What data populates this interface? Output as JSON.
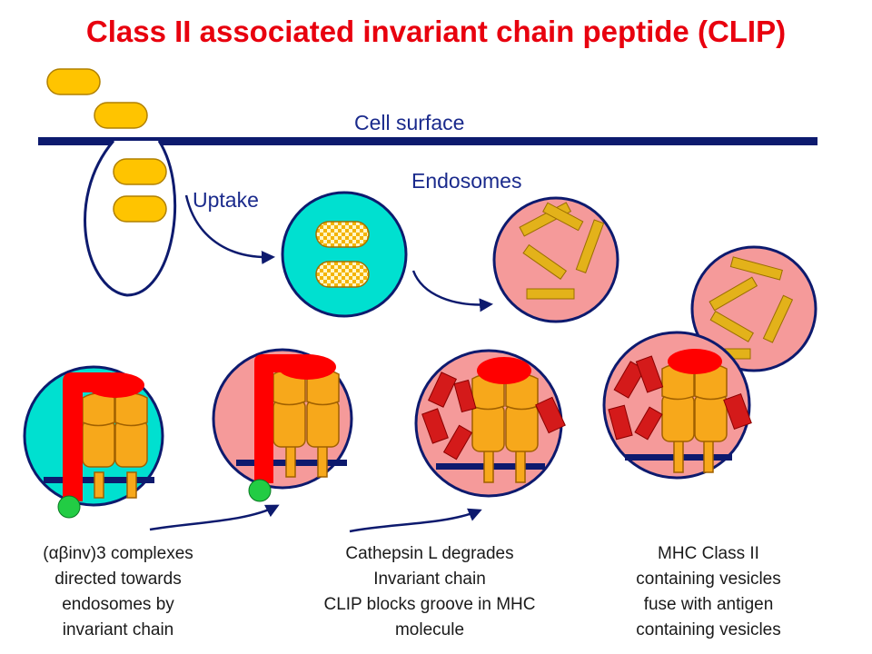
{
  "title": "Class II associated invariant chain peptide (CLIP)",
  "labels": {
    "cell_surface": "Cell surface",
    "uptake": "Uptake",
    "endosomes": "Endosomes"
  },
  "captions": {
    "complexes": {
      "prefix": "(",
      "alpha": "α",
      "beta": "β",
      "suffix": "inv)3 complexes",
      "line2": "directed towards",
      "line3": "endosomes by",
      "line4": "invariant chain"
    },
    "cathepsin": {
      "line1": "Cathepsin L degrades",
      "line2": "Invariant chain",
      "line3": "CLIP blocks groove in MHC",
      "line4": "molecule"
    },
    "fusion": {
      "line1": "MHC Class II",
      "line2": "containing vesicles",
      "line3": "fuse with antigen",
      "line4": "containing vesicles"
    }
  },
  "colors": {
    "title": "#e8000e",
    "membrane": "#0d1a6e",
    "antigen": "#ffc400",
    "early_endosome": "#00e0d0",
    "late_endosome": "#f59a9a",
    "mhc": "#f7a81b",
    "invariant_chain": "#ff0000",
    "anchor": "#22cc44"
  }
}
